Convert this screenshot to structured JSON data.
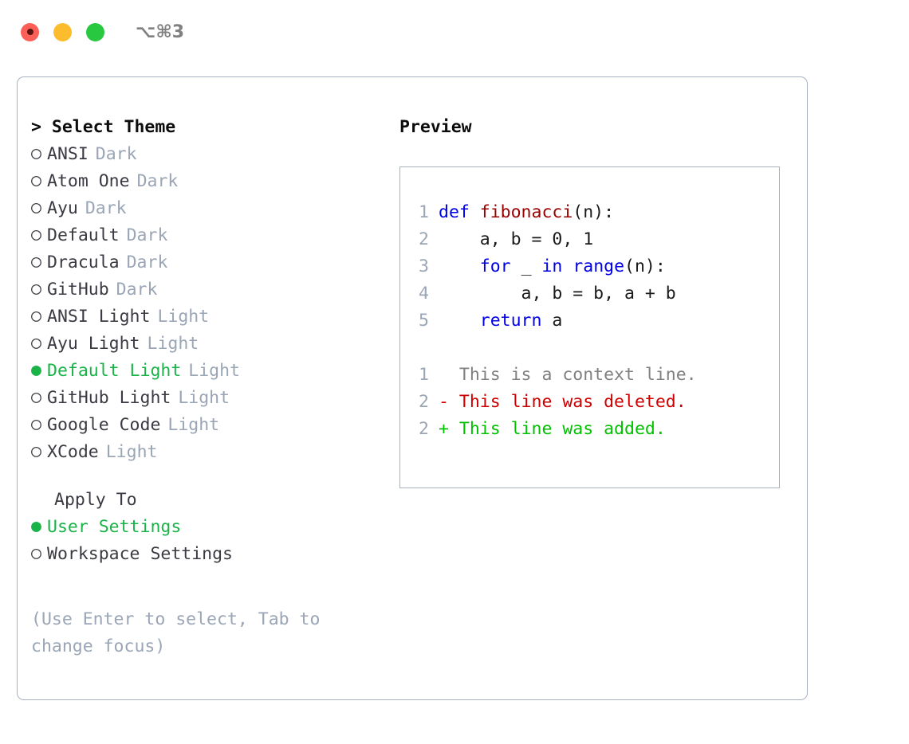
{
  "titlebar": {
    "dots": [
      {
        "name": "close",
        "color": "#fb5f57"
      },
      {
        "name": "minimize",
        "color": "#fdbc2e"
      },
      {
        "name": "maximize",
        "color": "#28c840"
      }
    ],
    "shortcut": "⌥⌘3"
  },
  "theme_picker": {
    "header": "> Select Theme",
    "items": [
      {
        "bullet": "○",
        "label": "ANSI",
        "tag": "Dark",
        "selected": false
      },
      {
        "bullet": "○",
        "label": "Atom One",
        "tag": "Dark",
        "selected": false
      },
      {
        "bullet": "○",
        "label": "Ayu",
        "tag": "Dark",
        "selected": false
      },
      {
        "bullet": "○",
        "label": "Default",
        "tag": "Dark",
        "selected": false
      },
      {
        "bullet": "○",
        "label": "Dracula",
        "tag": "Dark",
        "selected": false
      },
      {
        "bullet": "○",
        "label": "GitHub",
        "tag": "Dark",
        "selected": false
      },
      {
        "bullet": "○",
        "label": "ANSI Light",
        "tag": "Light",
        "selected": false
      },
      {
        "bullet": "○",
        "label": "Ayu Light",
        "tag": "Light",
        "selected": false
      },
      {
        "bullet": "●",
        "label": "Default Light",
        "tag": "Light",
        "selected": true
      },
      {
        "bullet": "○",
        "label": "GitHub Light",
        "tag": "Light",
        "selected": false
      },
      {
        "bullet": "○",
        "label": "Google Code",
        "tag": "Light",
        "selected": false
      },
      {
        "bullet": "○",
        "label": "XCode",
        "tag": "Light",
        "selected": false
      }
    ]
  },
  "apply_to": {
    "header": "Apply To",
    "items": [
      {
        "bullet": "●",
        "label": "User Settings",
        "selected": true
      },
      {
        "bullet": "○",
        "label": "Workspace Settings",
        "selected": false
      }
    ]
  },
  "hint": "(Use Enter to select, Tab to change focus)",
  "preview": {
    "title": "Preview",
    "code_lines": [
      {
        "no": "1",
        "tokens": [
          {
            "t": "def ",
            "c": "k"
          },
          {
            "t": "fibonacci",
            "c": "fn"
          },
          {
            "t": "(n):",
            "c": "pl"
          }
        ]
      },
      {
        "no": "2",
        "tokens": [
          {
            "t": "    a, b = 0, 1",
            "c": "pl"
          }
        ]
      },
      {
        "no": "3",
        "tokens": [
          {
            "t": "    ",
            "c": "pl"
          },
          {
            "t": "for",
            "c": "k"
          },
          {
            "t": " _ ",
            "c": "pl"
          },
          {
            "t": "in",
            "c": "k"
          },
          {
            "t": " ",
            "c": "pl"
          },
          {
            "t": "range",
            "c": "k"
          },
          {
            "t": "(n):",
            "c": "pl"
          }
        ]
      },
      {
        "no": "4",
        "tokens": [
          {
            "t": "        a, b = b, a + b",
            "c": "pl"
          }
        ]
      },
      {
        "no": "5",
        "tokens": [
          {
            "t": "    ",
            "c": "pl"
          },
          {
            "t": "return",
            "c": "k"
          },
          {
            "t": " a",
            "c": "pl"
          }
        ]
      }
    ],
    "diff_lines": [
      {
        "no": "1",
        "text": "  This is a context line.",
        "kind": "diff-ctx"
      },
      {
        "no": "2",
        "text": "- This line was deleted.",
        "kind": "diff-del"
      },
      {
        "no": "2",
        "text": "+ This line was added.",
        "kind": "diff-add"
      }
    ]
  },
  "colors": {
    "accent_green": "#19b347",
    "tag_gray": "#9aa5b5",
    "border": "#a9b2c2",
    "keyword_blue": "#0000e6",
    "function_red": "#990000",
    "diff_add": "#00c000",
    "diff_del": "#cc0000"
  }
}
